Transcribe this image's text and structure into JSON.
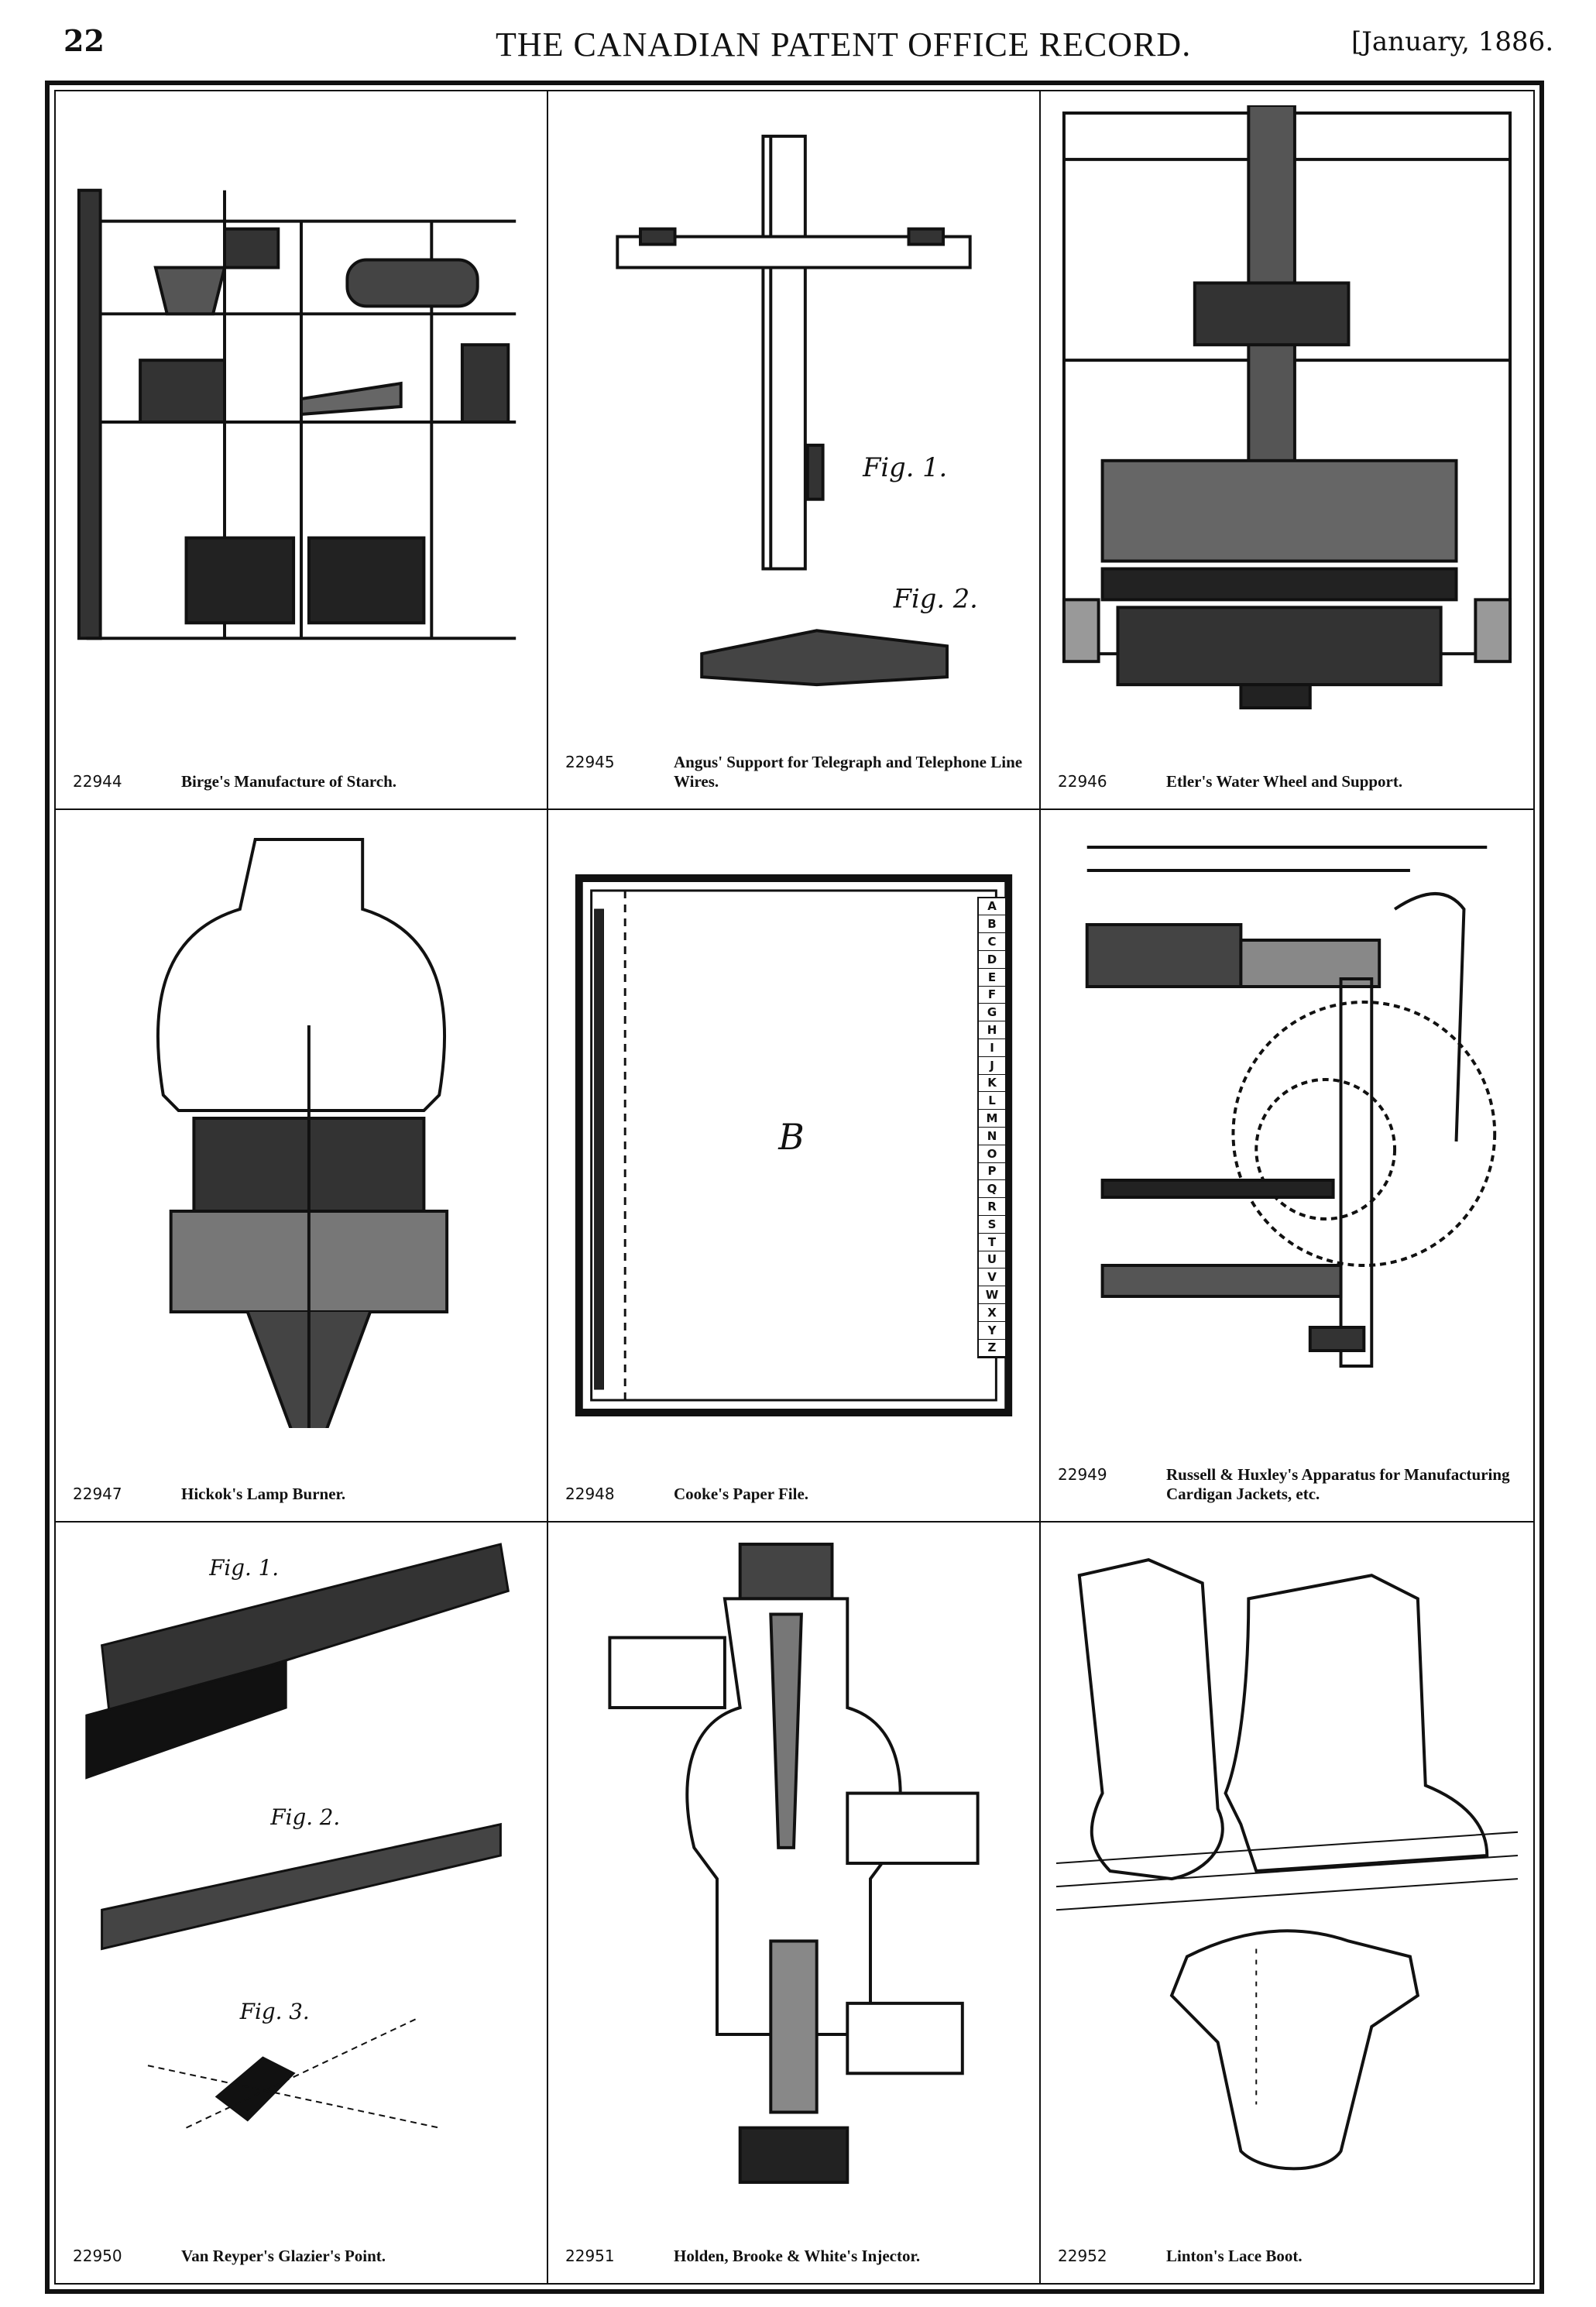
{
  "header": {
    "page_number": "22",
    "journal_title": "THE CANADIAN PATENT OFFICE RECORD.",
    "issue_date": "[January, 1886."
  },
  "patents": [
    {
      "number": "22944",
      "title": "Birge's Manufacture of Starch."
    },
    {
      "number": "22945",
      "title": "Angus' Support for Telegraph and Telephone Line Wires."
    },
    {
      "number": "22946",
      "title": "Etler's Water Wheel and Support."
    },
    {
      "number": "22947",
      "title": "Hickok's Lamp Burner."
    },
    {
      "number": "22948",
      "title": "Cooke's Paper File."
    },
    {
      "number": "22949",
      "title": "Russell & Huxley's Apparatus for Manufacturing Cardigan Jackets, etc."
    },
    {
      "number": "22950",
      "title": "Van Reyper's Glazier's Point."
    },
    {
      "number": "22951",
      "title": "Holden, Brooke & White's Injector."
    },
    {
      "number": "22952",
      "title": "Linton's Lace Boot."
    }
  ],
  "figure_labels": {
    "fig1": "Fig. 1.",
    "fig2": "Fig. 2.",
    "fig3": "Fig. 3.",
    "paper_file_letter": "B",
    "alphabet_tabs": [
      "A",
      "B",
      "C",
      "D",
      "E",
      "F",
      "G",
      "H",
      "I",
      "J",
      "K",
      "L",
      "M",
      "N",
      "O",
      "P",
      "Q",
      "R",
      "S",
      "T",
      "U",
      "V",
      "W",
      "X",
      "Y",
      "Z"
    ]
  }
}
